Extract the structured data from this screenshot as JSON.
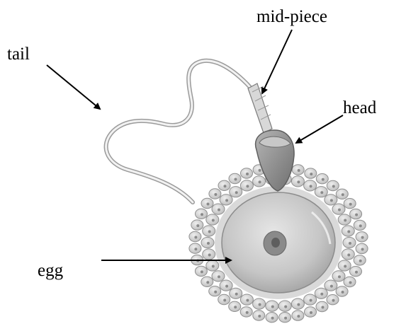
{
  "labels": {
    "tail": "tail",
    "mid_piece": "mid-piece",
    "head": "head",
    "egg": "egg"
  },
  "colors": {
    "cell": "#d9d9d9",
    "cell_outline": "#8f8f8f",
    "egg_fill": "#c9c9c9",
    "nucleus": "#7a7a7a",
    "sperm_head": "#8a8a8a"
  }
}
